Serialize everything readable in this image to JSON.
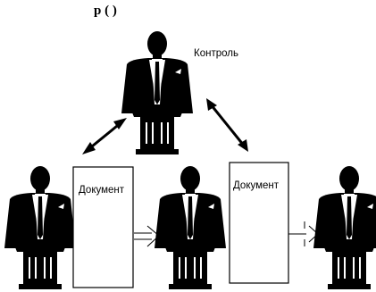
{
  "header_fragment": "р   (          )",
  "control_label": "Контроль",
  "documents": [
    "Документ",
    "Документ"
  ]
}
